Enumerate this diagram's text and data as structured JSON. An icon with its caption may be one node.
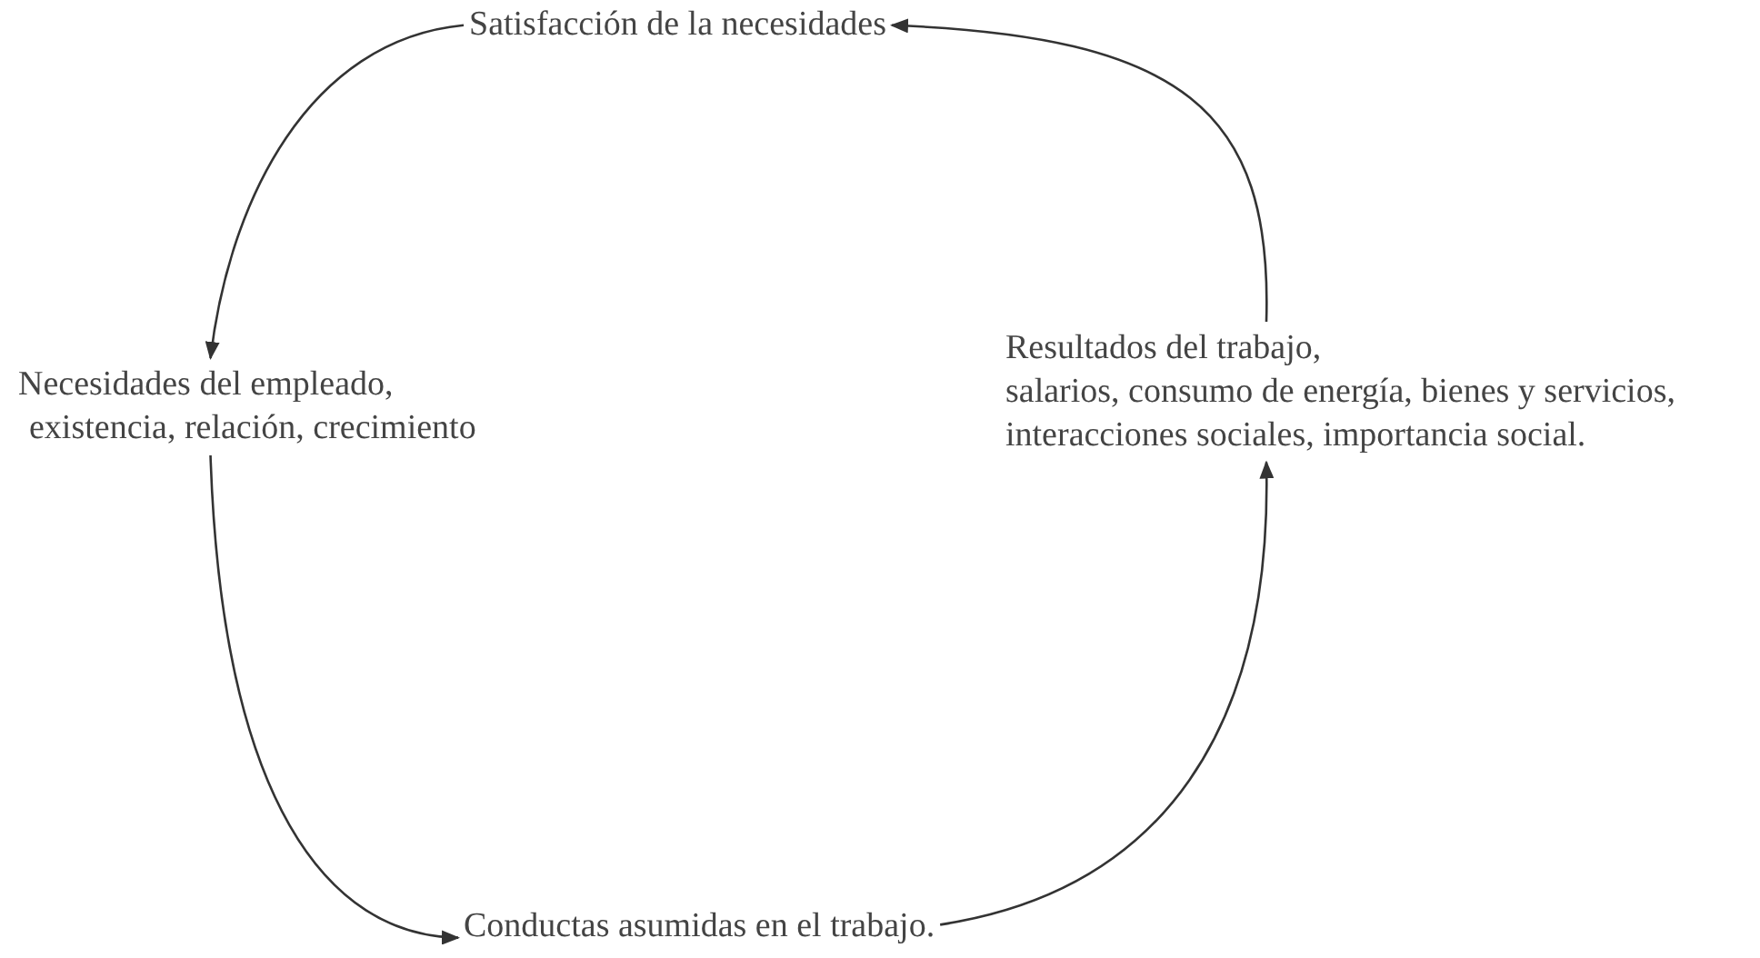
{
  "diagram": {
    "nodes": [
      {
        "text": [
          "Satisfacción de la necesidades"
        ]
      },
      {
        "text": [
          "Necesidades del empleado,",
          "existencia, relación, crecimiento"
        ]
      },
      {
        "text": [
          "Resultados del trabajo,",
          "salarios, consumo de energía, bienes y servicios, interacciones sociales, importancia social."
        ]
      },
      {
        "text": [
          "Conductas asumidas en el trabajo."
        ]
      }
    ],
    "edges": [
      {
        "from": 0,
        "to": 1,
        "arrow": "to"
      },
      {
        "from": 1,
        "to": 3,
        "arrow": "to"
      },
      {
        "from": 3,
        "to": 2,
        "arrow": "to"
      },
      {
        "from": 2,
        "to": 0,
        "arrow": "to"
      }
    ]
  }
}
